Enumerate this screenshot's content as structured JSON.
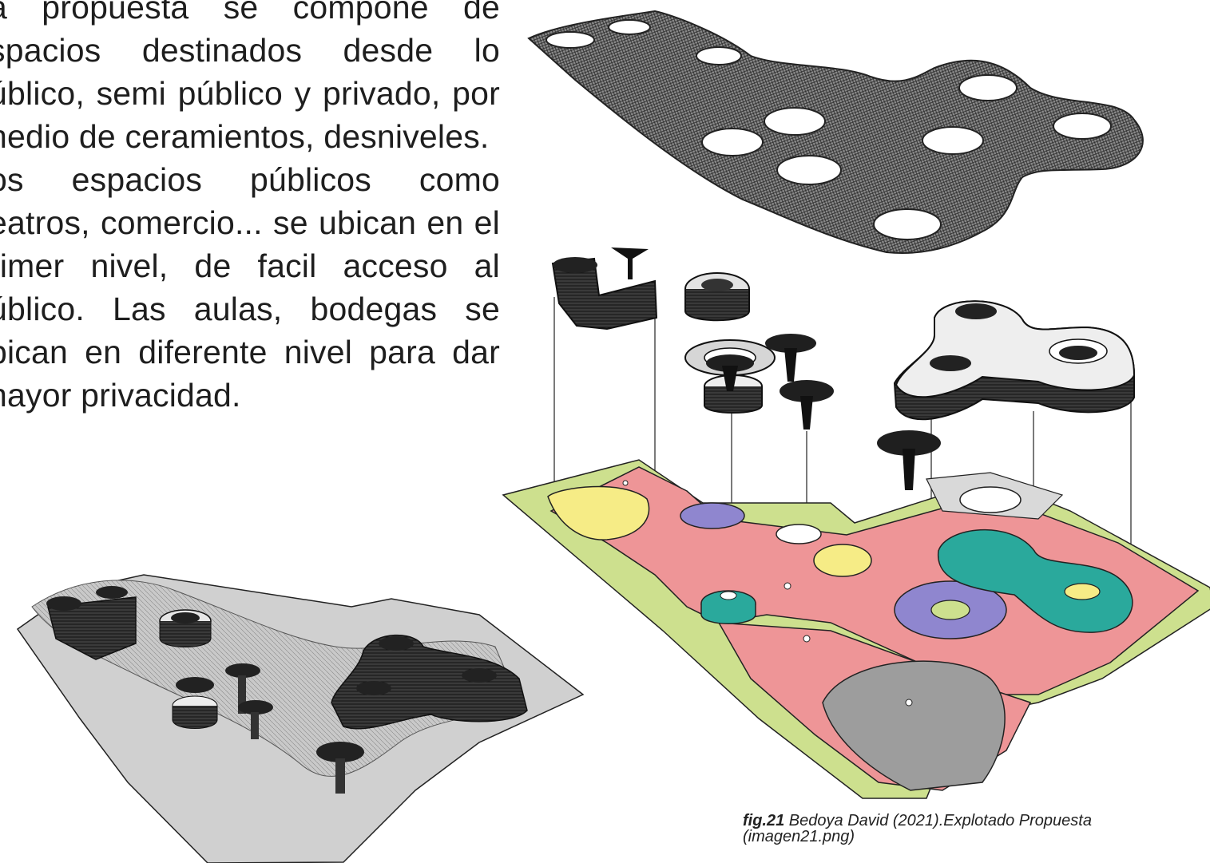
{
  "body_text": {
    "lines": [
      "a propuesta se compone de",
      "spacios destinados desde lo",
      "úblico, semi público y privado, por",
      "nedio de ceramientos, desniveles.",
      "os espacios públicos como",
      "eatros, comercio... se ubican en el",
      "rimer nivel, de facil acceso al",
      "úblico. Las aulas, bodegas se",
      "bican en diferente nivel para dar",
      "nayor privacidad."
    ]
  },
  "caption": {
    "fig_label": "fig.21",
    "text": " Bedoya David (2021).Explotado Propuesta",
    "text2": "(imagen21.png)"
  },
  "colors": {
    "pink": "#ee9597",
    "green": "#cde08e",
    "yellow": "#f6ec86",
    "purple": "#8f86cf",
    "teal": "#2aa99c",
    "gray": "#9d9d9d",
    "light_gray": "#d9d9d9",
    "dark": "#1f1f1f"
  }
}
